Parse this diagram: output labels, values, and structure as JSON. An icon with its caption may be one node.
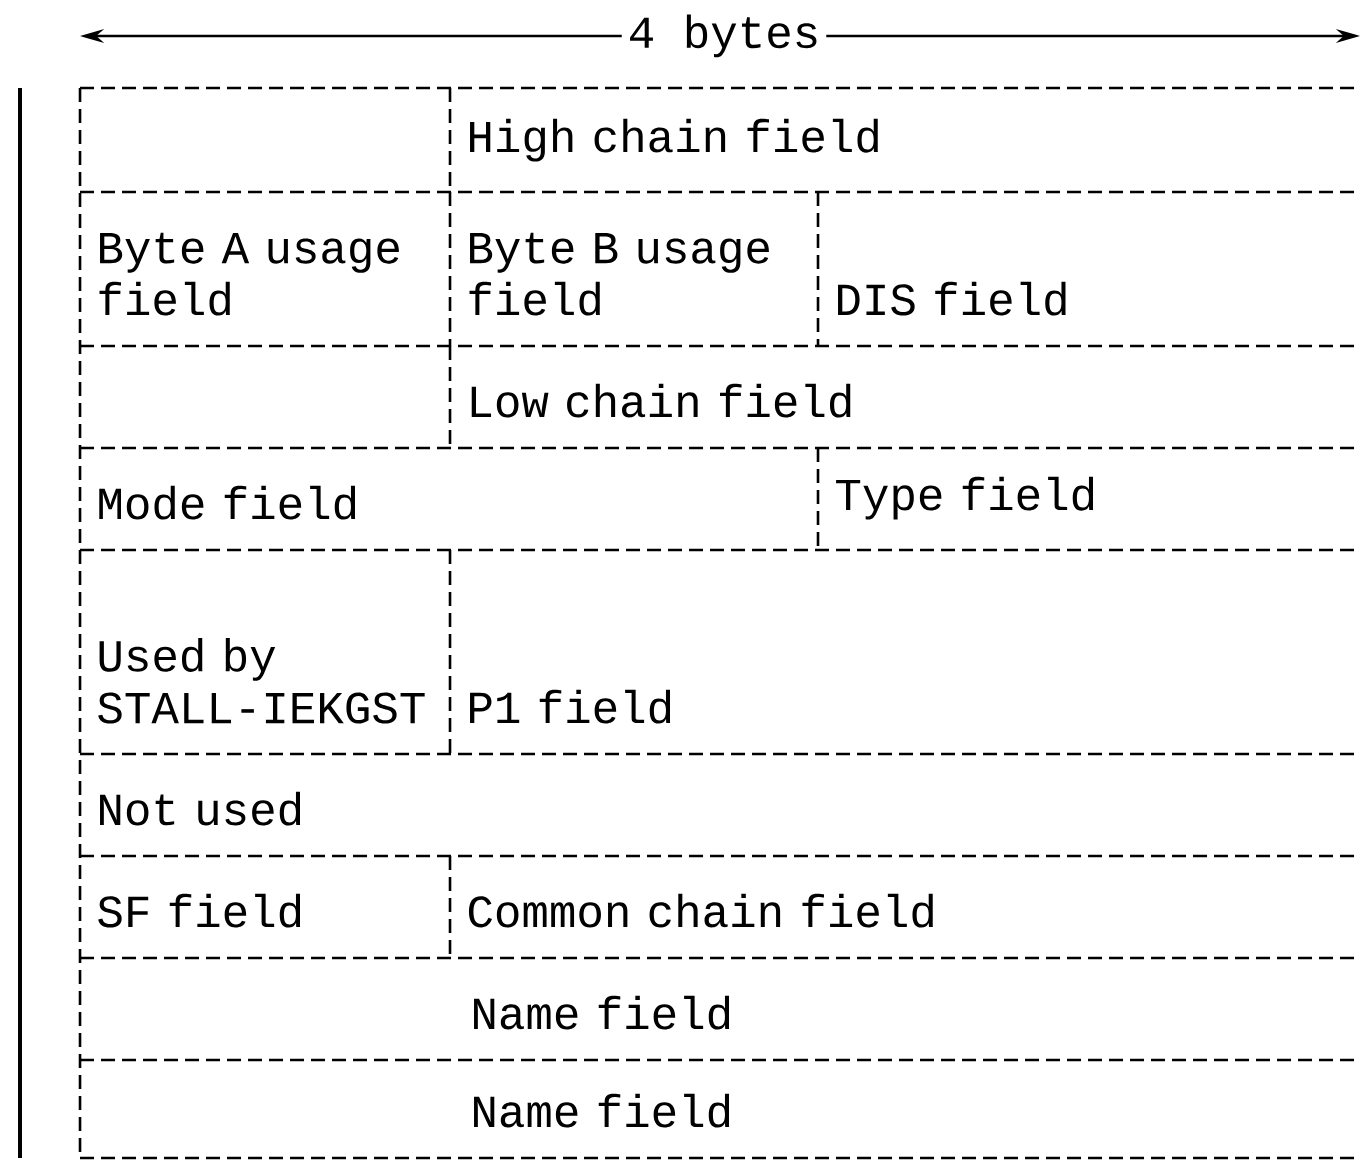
{
  "diagram": {
    "labels": [
      "4 bytes",
      "High chain field",
      "Byte A usage field",
      "Byte B usage field",
      "DIS field",
      "Low chain field",
      "Mode field",
      "Type field",
      "Used by STALL-IEKGST",
      "P1 field",
      "Not used",
      "SF field",
      "Common chain field",
      "Name field",
      "Name field"
    ]
  }
}
